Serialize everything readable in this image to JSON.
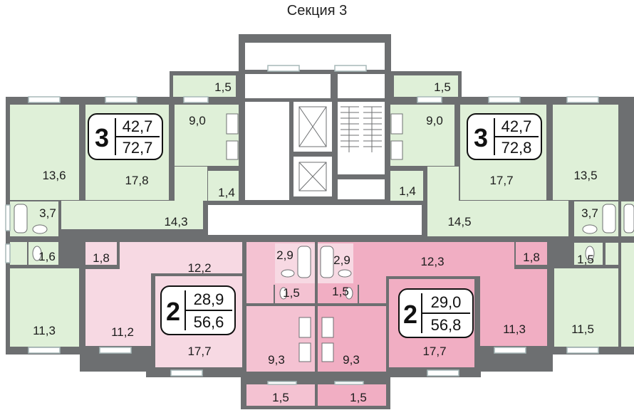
{
  "title": "Секция 3",
  "colors": {
    "green": "#dff0d8",
    "pink_light": "#f7d9e3",
    "pink_mid": "#f4c2d2",
    "pink_dark": "#f1aec3",
    "wall": "#6d6f71",
    "window": "#a7b9b9"
  },
  "apartments": [
    {
      "rooms": "3",
      "living": "42,7",
      "total": "72,7"
    },
    {
      "rooms": "3",
      "living": "42,7",
      "total": "72,8"
    },
    {
      "rooms": "2",
      "living": "28,9",
      "total": "56,6"
    },
    {
      "rooms": "2",
      "living": "29,0",
      "total": "56,8"
    }
  ],
  "rooms": [
    "1,5",
    "1,5",
    "9,0",
    "9,0",
    "13,6",
    "17,8",
    "17,7",
    "13,5",
    "1,4",
    "1,4",
    "3,7",
    "14,3",
    "14,5",
    "3,7",
    "1,6",
    "1,8",
    "12,2",
    "2,9",
    "2,9",
    "12,3",
    "1,8",
    "1,5",
    "1,5",
    "1,5",
    "11,3",
    "11,2",
    "17,7",
    "9,3",
    "9,3",
    "17,7",
    "11,3",
    "11,5",
    "1,5",
    "1,5"
  ]
}
